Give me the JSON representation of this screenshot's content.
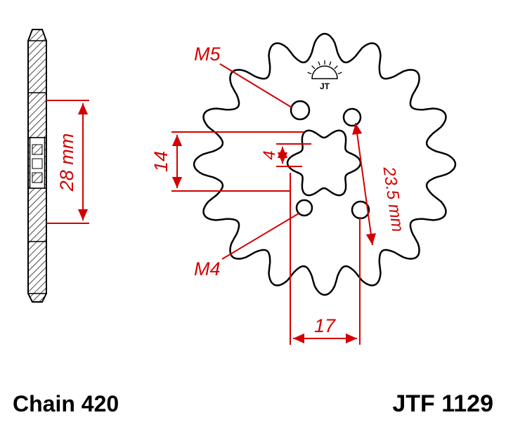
{
  "footer": {
    "chain_label": "Chain 420",
    "part_number": "JTF 1129"
  },
  "labels": {
    "m5_thread": "M5",
    "m4_thread": "M4",
    "logo": "JT"
  },
  "dimensions": {
    "hub_width": "28 mm",
    "spline_depth": "14",
    "spline_step": "4",
    "bolt_spacing": "23.5 mm",
    "bolt_pitch": "17"
  },
  "colors": {
    "dimension_red": "#d40000",
    "drawing_black": "#000000",
    "background": "#ffffff"
  }
}
